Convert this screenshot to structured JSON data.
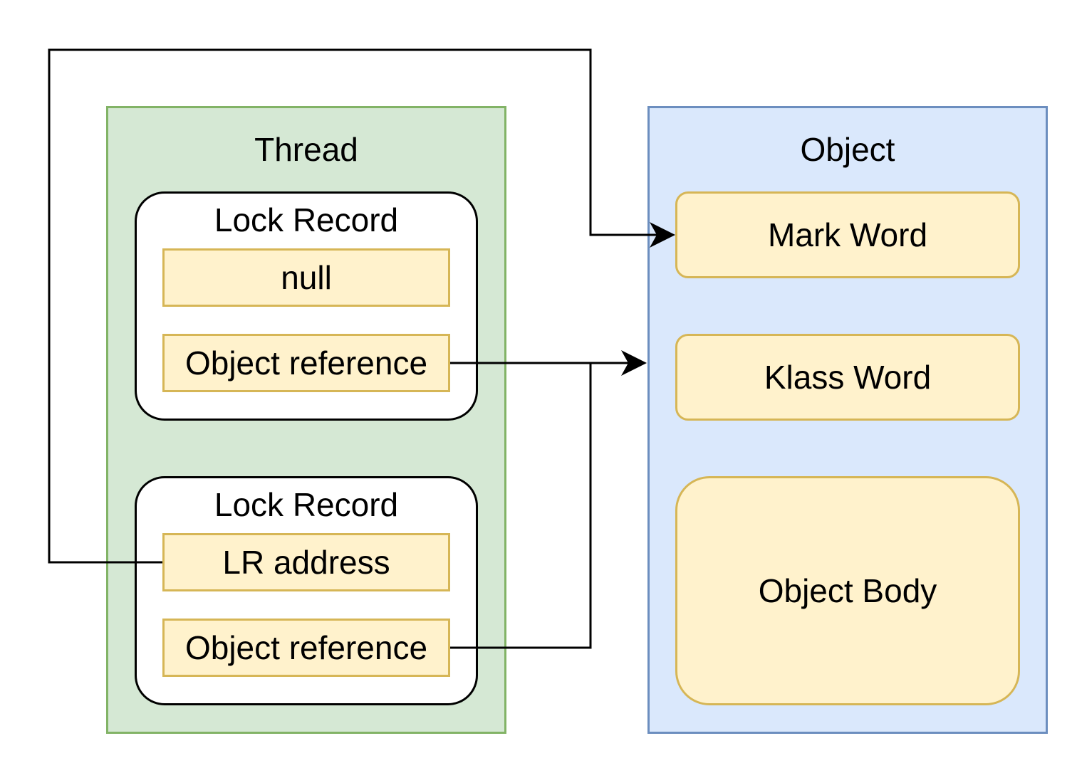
{
  "thread": {
    "title": "Thread",
    "lock_records": [
      {
        "title": "Lock Record",
        "fields": [
          "null",
          "Object reference"
        ]
      },
      {
        "title": "Lock Record",
        "fields": [
          "LR address",
          "Object reference"
        ]
      }
    ]
  },
  "object": {
    "title": "Object",
    "parts": [
      "Mark Word",
      "Klass Word",
      "Object Body"
    ]
  },
  "colors": {
    "thread_fill": "#d5e8d4",
    "thread_border": "#82b366",
    "object_fill": "#dae8fc",
    "object_border": "#6c8ebf",
    "field_fill": "#fff2cc",
    "field_border": "#d6b656",
    "edge": "#000000"
  },
  "edges": [
    {
      "from": "lr-address",
      "to": "mark-word"
    },
    {
      "from": "object-reference-1",
      "to": "object"
    },
    {
      "from": "object-reference-2",
      "to": "object"
    }
  ]
}
